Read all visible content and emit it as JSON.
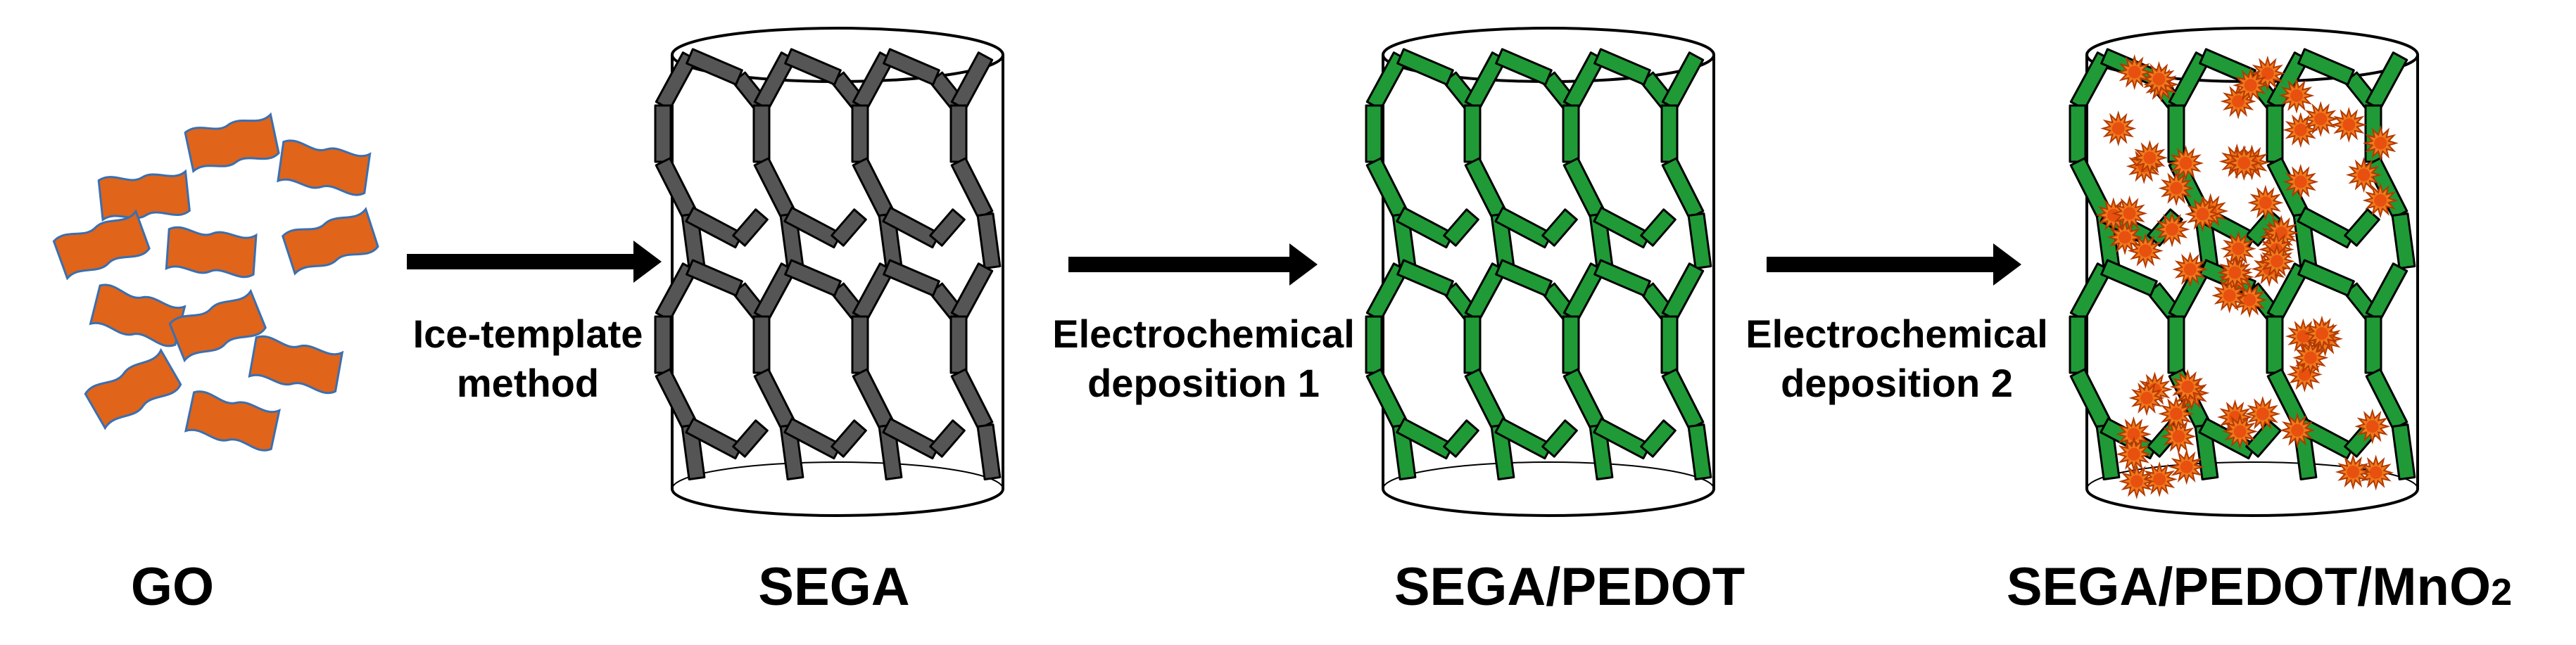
{
  "labels": {
    "go": "GO",
    "sega": "SEGA",
    "sega_pedot": "SEGA/PEDOT",
    "sega_pedot_mno2_prefix": "SEGA/PEDOT/MnO",
    "sega_pedot_mno2_sub": "2"
  },
  "steps": [
    {
      "line1": "Ice-template",
      "line2": "method"
    },
    {
      "line1": "Electrochemical",
      "line2": "deposition 1"
    },
    {
      "line1": "Electrochemical",
      "line2": "deposition 2"
    }
  ],
  "colors": {
    "go_flake": "#e0641a",
    "go_flake_edge": "#3a6fb0",
    "sega_strut": "#555555",
    "pedot_strut": "#1f9a36",
    "mno2_particle": "#f07a1e",
    "mno2_core": "#e8500f",
    "arrow": "#000000",
    "outline": "#000000"
  }
}
